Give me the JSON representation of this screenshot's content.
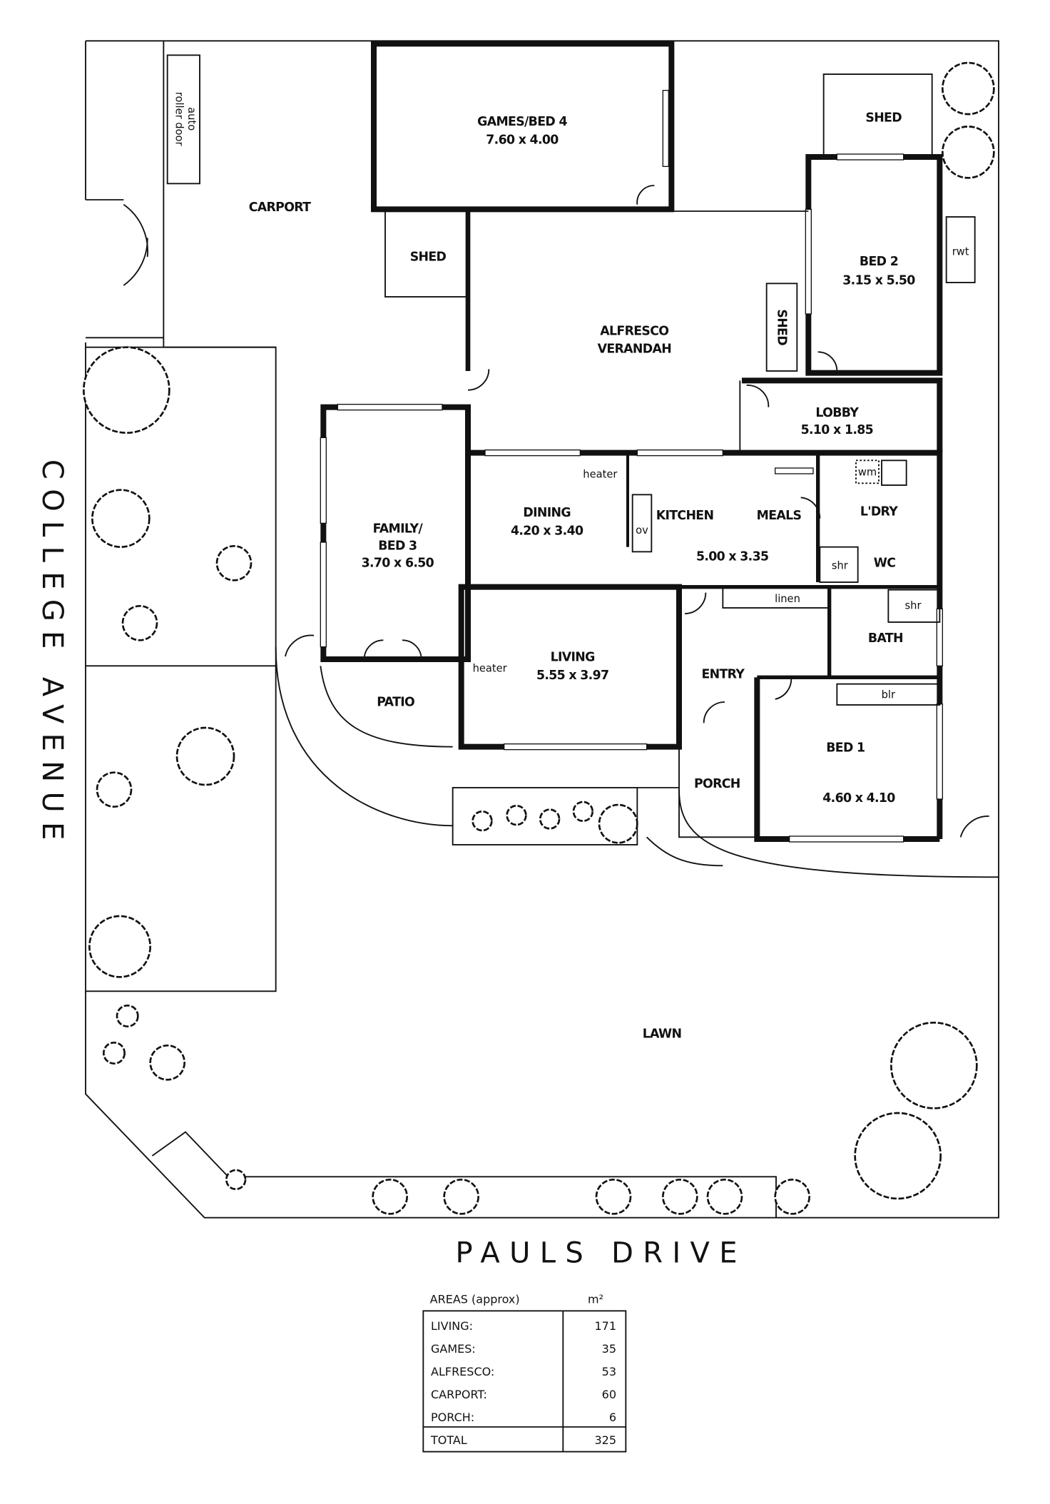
{
  "streets": {
    "left": "COLLEGE AVENUE",
    "bottom": "PAULS DRIVE"
  },
  "rooms": {
    "games": {
      "name": "GAMES/BED 4",
      "dims": "7.60 x 4.00"
    },
    "shed_top": {
      "name": "SHED"
    },
    "bed2": {
      "name": "BED 2",
      "dims": "3.15 x 5.50"
    },
    "rwt": {
      "name": "rwt"
    },
    "auto_door": {
      "line1": "auto",
      "line2": "roller door"
    },
    "carport": {
      "name": "CARPORT"
    },
    "shed_left": {
      "name": "SHED"
    },
    "alfresco": {
      "line1": "ALFRESCO",
      "line2": "VERANDAH"
    },
    "shed_small": {
      "name": "SHED"
    },
    "lobby": {
      "name": "LOBBY",
      "dims": "5.10 x 1.85"
    },
    "family": {
      "line1": "FAMILY/",
      "line2": "BED 3",
      "dims": "3.70 x 6.50"
    },
    "dining": {
      "name": "DINING",
      "dims": "4.20 x 3.40"
    },
    "heater_dining": "heater",
    "kitchen": {
      "name": "KITCHEN",
      "ov": "ov"
    },
    "meals": {
      "name": "MEALS",
      "dims": "5.00 x 3.35"
    },
    "laundry": {
      "name": "L'DRY",
      "wm": "wm"
    },
    "shr1": "shr",
    "wc": "WC",
    "linen": "linen",
    "shr2": "shr",
    "bath": {
      "name": "BATH"
    },
    "blr": "blr",
    "living": {
      "name": "LIVING",
      "dims": "5.55 x 3.97"
    },
    "heater_living": "heater",
    "entry": {
      "name": "ENTRY"
    },
    "patio": {
      "name": "PATIO"
    },
    "porch": {
      "name": "PORCH"
    },
    "bed1": {
      "name": "BED 1",
      "dims": "4.60 x 4.10"
    },
    "lawn": {
      "name": "LAWN"
    }
  },
  "areas": {
    "title": "AREAS (approx)",
    "unit": "m²",
    "rows": [
      {
        "label": "LIVING:",
        "value": "171"
      },
      {
        "label": "GAMES:",
        "value": "35"
      },
      {
        "label": "ALFRESCO:",
        "value": "53"
      },
      {
        "label": "CARPORT:",
        "value": "60"
      },
      {
        "label": "PORCH:",
        "value": "6"
      }
    ],
    "total": {
      "label": "TOTAL",
      "value": "325"
    }
  }
}
